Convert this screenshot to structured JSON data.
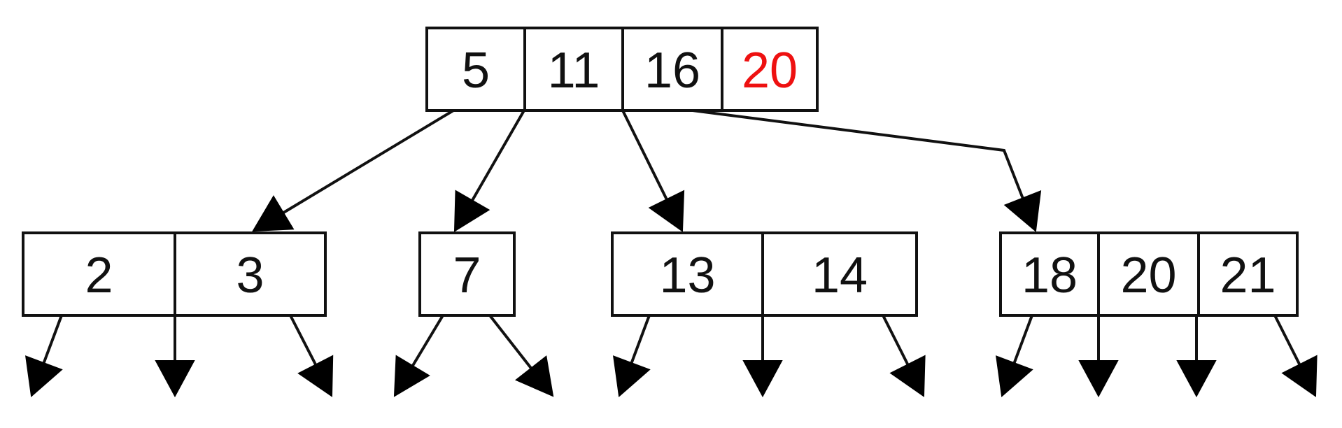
{
  "colors": {
    "stroke": "#111111",
    "normal_key": "#111111",
    "highlight_key": "#ee1111"
  },
  "tree": {
    "root": {
      "keys": [
        "5",
        "11",
        "16",
        "20"
      ],
      "highlighted": [
        false,
        false,
        false,
        true
      ]
    },
    "children": [
      {
        "keys": [
          "2",
          "3"
        ]
      },
      {
        "keys": [
          "7"
        ]
      },
      {
        "keys": [
          "13",
          "14"
        ]
      },
      {
        "keys": [
          "18",
          "20",
          "21"
        ]
      }
    ]
  }
}
